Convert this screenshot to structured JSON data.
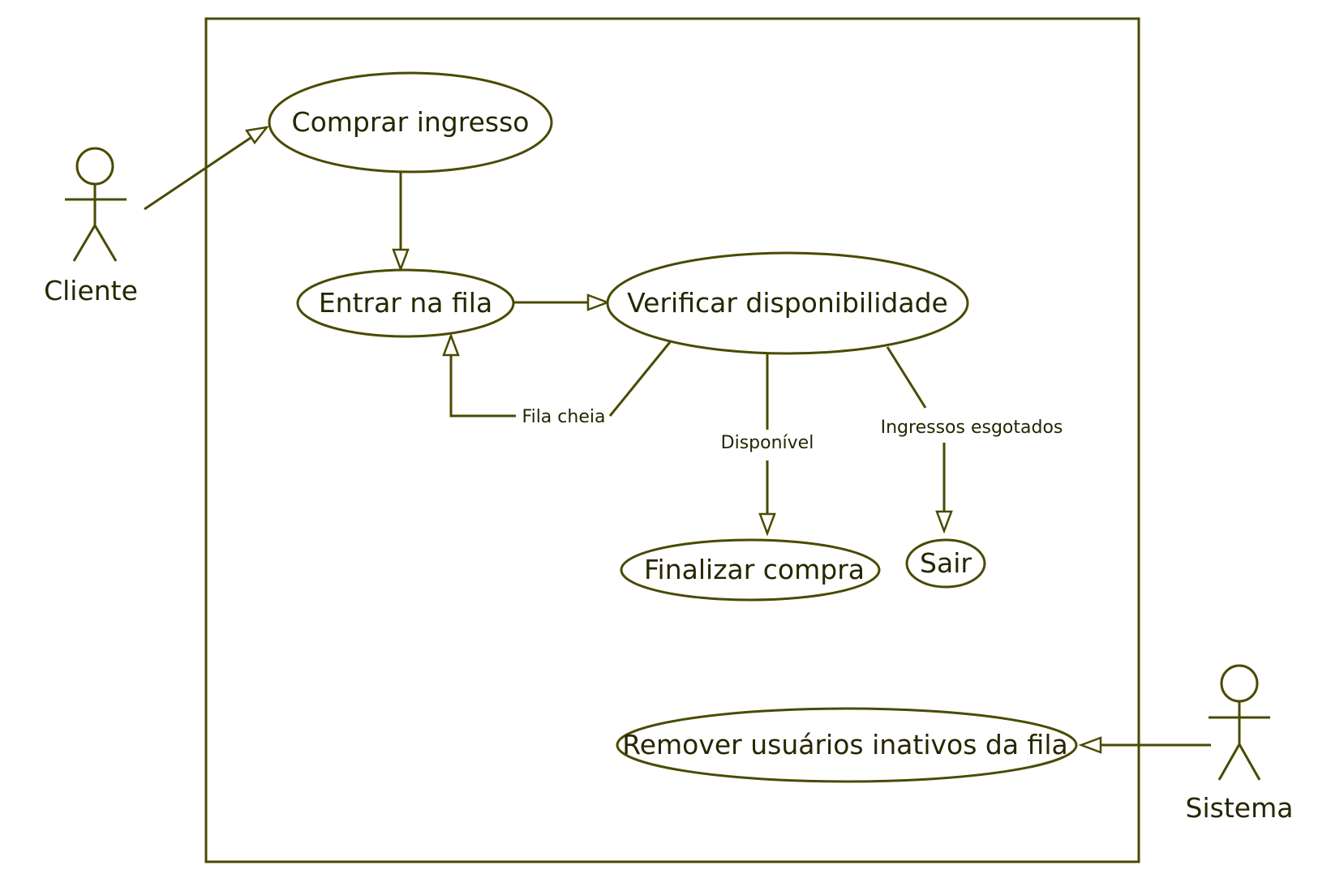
{
  "colors": {
    "stroke": "#4a4a00",
    "text": "#262600",
    "background": "#ffffff"
  },
  "actors": {
    "client": "Cliente",
    "system": "Sistema"
  },
  "use_cases": {
    "buy_ticket": "Comprar ingresso",
    "enter_queue": "Entrar na fila",
    "check_availability": "Verificar disponibilidade",
    "finish_purchase": "Finalizar compra",
    "exit": "Sair",
    "remove_inactive": "Remover usuários inativos da fila"
  },
  "edges": {
    "queue_full": "Fila cheia",
    "available": "Disponível",
    "sold_out": "Ingressos esgotados"
  }
}
